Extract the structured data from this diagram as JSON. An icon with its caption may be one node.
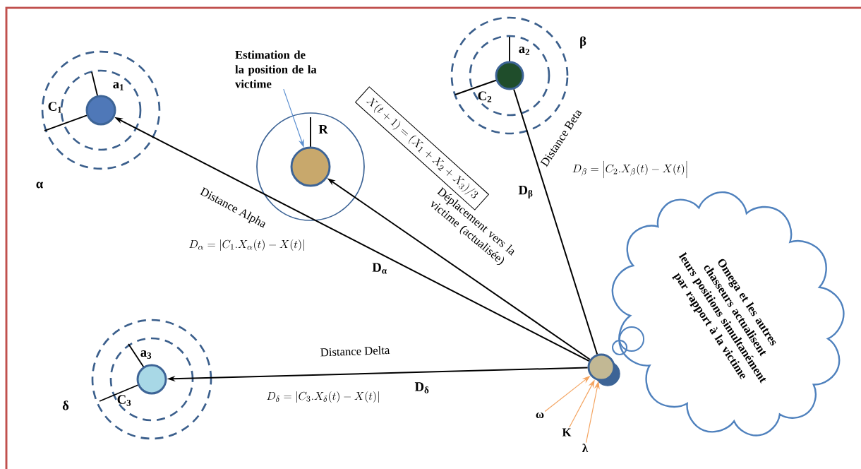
{
  "diagram": {
    "nodes": [
      {
        "text": [],
        "shape": "circle"
      },
      {
        "text": [],
        "shape": "circle"
      },
      {
        "text": [],
        "shape": "circle"
      },
      {
        "text": [],
        "shape": "circle"
      },
      {
        "text": [],
        "shape": "circle"
      },
      {
        "text": [
          "Estimation de la position de la victime"
        ]
      },
      {
        "text": [
          "X(t+1)=(X_{1}+X_{2}+X_{3})/3"
        ]
      },
      {
        "text": [
          "Omega et les autres chasseurs actualisent leurs positions simultanément par rapport à la victime"
        ]
      },
      {
        "text": [
          "ω"
        ]
      },
      {
        "text": [
          "K"
        ]
      },
      {
        "text": [
          "λ"
        ]
      }
    ],
    "edges": [
      {
        "from": 4,
        "to": 0,
        "arrow": "to",
        "label": "Distance Alpha"
      },
      {
        "from": 4,
        "to": 1,
        "arrow": "none",
        "label": "Distance Beta"
      },
      {
        "from": 4,
        "to": 2,
        "arrow": "to",
        "label": "Déplacement vers la victime (actualisée)"
      },
      {
        "from": 4,
        "to": 3,
        "arrow": "to",
        "label": "Distance Delta"
      },
      {
        "from": 5,
        "to": 2,
        "arrow": "to",
        "color": "#5b8fd0"
      },
      {
        "from": 8,
        "to": 4,
        "arrow": "to",
        "color": "#f4a460"
      },
      {
        "from": 9,
        "to": 4,
        "arrow": "to",
        "color": "#f4a460"
      },
      {
        "from": 10,
        "to": 4,
        "arrow": "to",
        "color": "#f4a460"
      }
    ],
    "labels": [
      "a$_{1}$",
      "C$_{1}$",
      "α",
      "R",
      "β",
      "a$_{2}$",
      "C$_{2}$",
      "D_{\\beta}=\\left|C_{2}.X_{\\beta}(t)-X(t)\\right|",
      "D$_{β}$",
      "D_{\\alpha}=\\left|C_{1}.X_{\\alpha}(t)-X(t)\\right|",
      "D$_{α}$",
      "a$_{3}$",
      "C$_{3}$",
      "δ",
      "D_{\\delta}=\\left|C_{3}.X_{\\delta}(t)-X(t)\\right|",
      "D$_{δ}$"
    ]
  }
}
